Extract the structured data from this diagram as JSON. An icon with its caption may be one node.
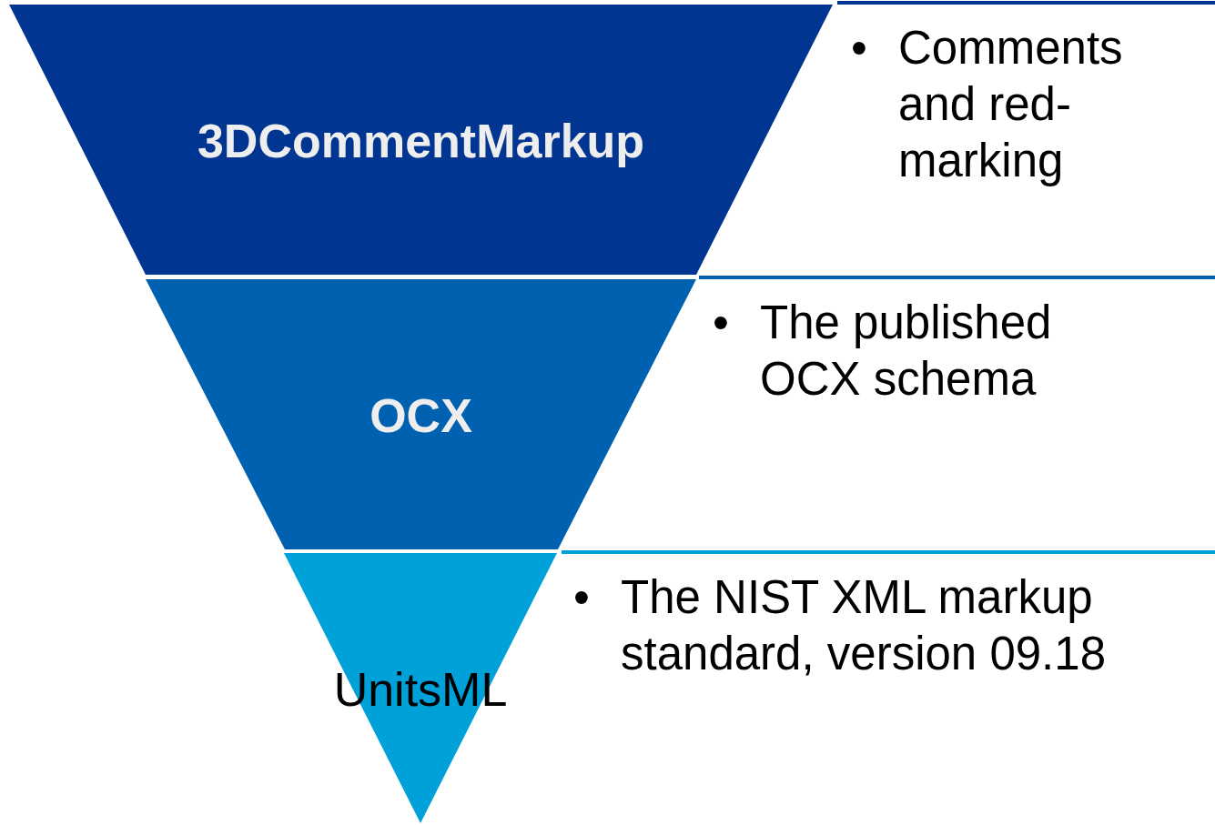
{
  "diagram": {
    "nodes": [
      {
        "text": [
          "3DCommentMarkup"
        ]
      },
      {
        "text": [
          "OCX"
        ]
      },
      {
        "text": [
          "UnitsML"
        ]
      }
    ],
    "labels": [
      "•",
      "Comments and red-marking",
      "•",
      "The published OCX schema",
      "•",
      "The NIST XML markup standard, version 09.18"
    ]
  }
}
